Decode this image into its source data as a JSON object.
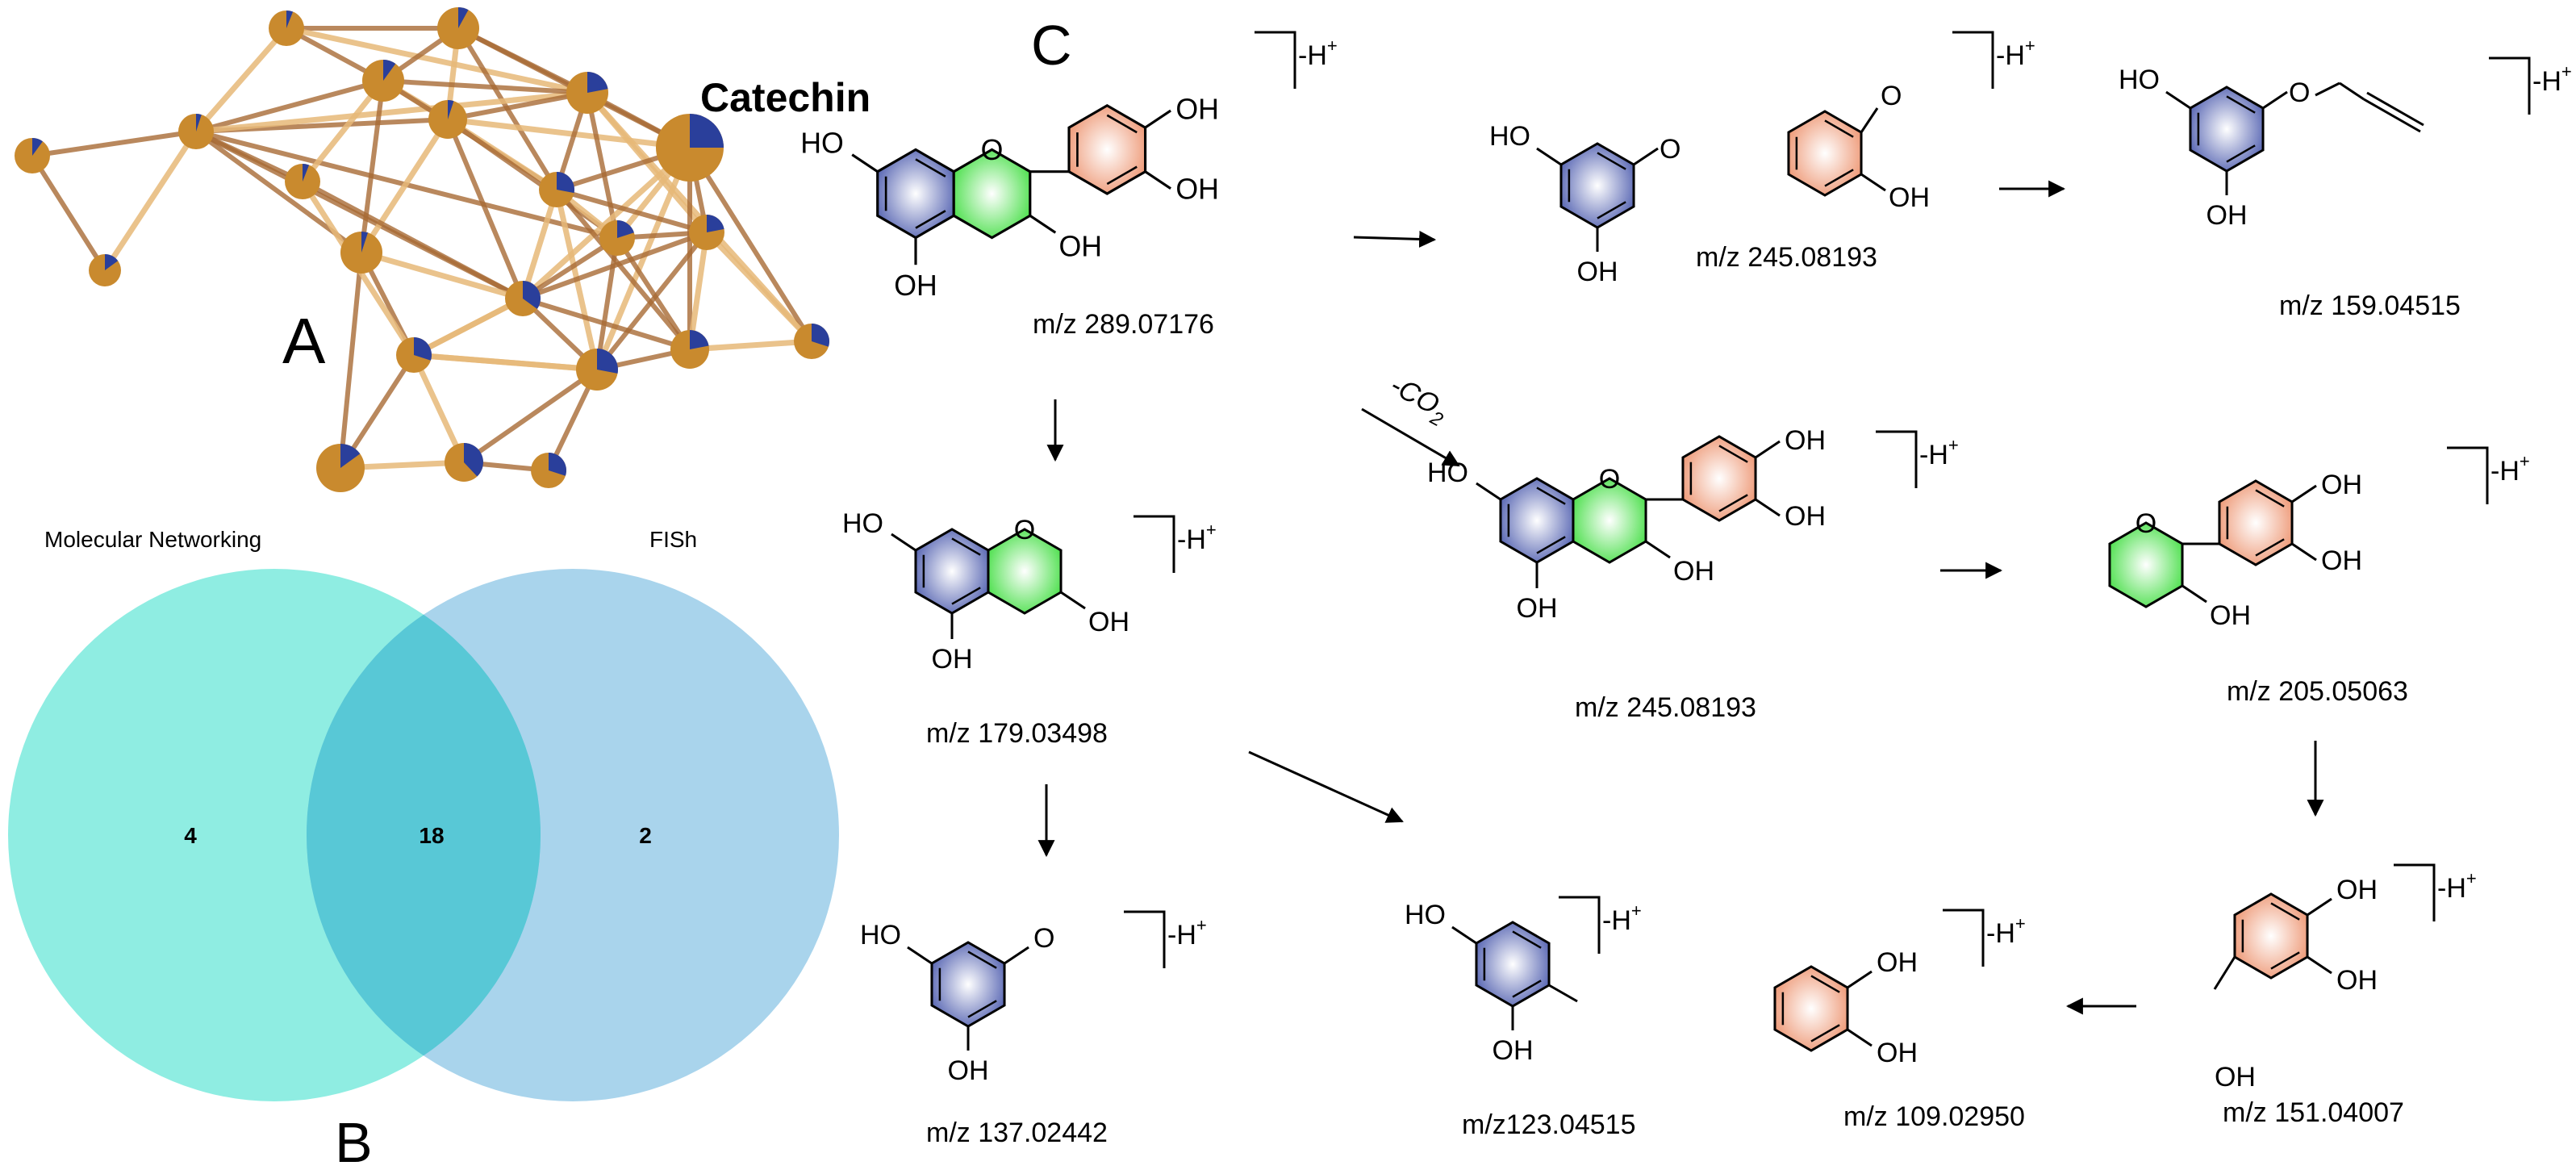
{
  "panel_a": {
    "letter": "A",
    "highlight_label": "Catechin",
    "colors": {
      "node_fill": "#c98a2e",
      "node_slice": "#2a3f9b",
      "edge_dark": "#a86a35",
      "edge_light": "#e6b878",
      "highlight": "#e8141a"
    }
  },
  "panel_b": {
    "letter": "B",
    "left_set_label": "Molecular Networking",
    "right_set_label": "FISh",
    "left_only_count": "4",
    "overlap_count": "18",
    "right_only_count": "2",
    "colors": {
      "left_circle": "#5fe6d5",
      "right_circle": "#6fb8e0",
      "overlap": "#58c8d6",
      "labels": "#7ee6dc"
    }
  },
  "panel_c": {
    "letter": "C",
    "loss_label": "-CO",
    "loss_subscript": "2",
    "adduct_label": "-H",
    "adduct_sup": "+",
    "colors": {
      "ring_a": "#5a68b4",
      "ring_b": "#ee9a78",
      "ring_c": "#50e050"
    },
    "ions": [
      {
        "mz_label": "m/z 289.07176"
      },
      {
        "mz_label": "m/z 245.08193"
      },
      {
        "mz_label": "m/z 159.04515"
      },
      {
        "mz_label": "m/z 179.03498"
      },
      {
        "mz_label": "m/z 245.08193"
      },
      {
        "mz_label": "m/z 205.05063"
      },
      {
        "mz_label": "m/z 137.02442"
      },
      {
        "mz_label": "m/z123.04515"
      },
      {
        "mz_label": "m/z 109.02950"
      },
      {
        "mz_label": "m/z 151.04007"
      }
    ],
    "substituents": {
      "oh": "OH",
      "ho": "HO",
      "o": "O"
    }
  }
}
